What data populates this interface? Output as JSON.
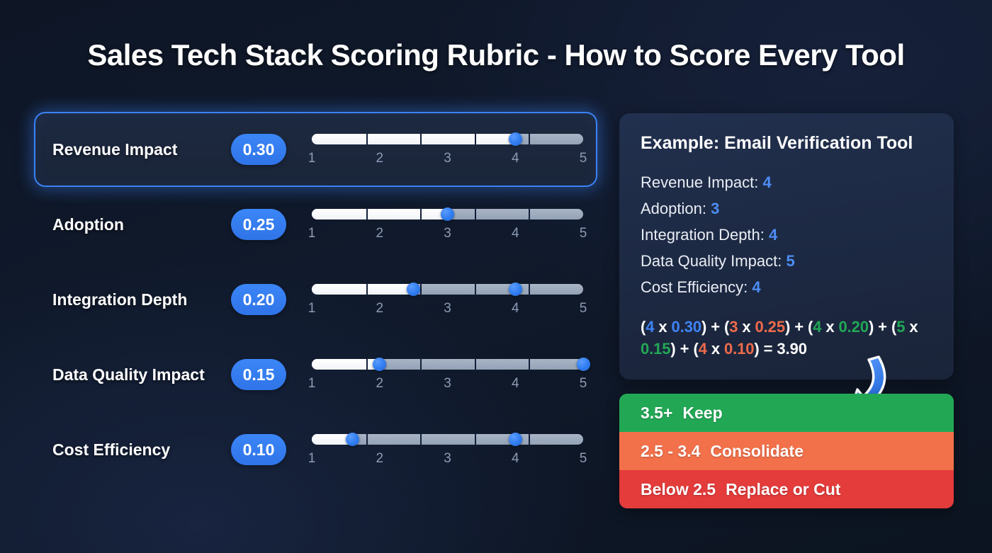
{
  "title": "Sales Tech Stack Scoring Rubric - How to Score Every Tool",
  "colors": {
    "accent_blue": "#3b82f6",
    "badge_blue": "#3b86f7",
    "keep_green": "#22a855",
    "consolidate_orange": "#f2714a",
    "replace_red": "#e43b3b",
    "background": "#0e1626",
    "card": "#21304e"
  },
  "criteria": [
    {
      "label": "Revenue Impact",
      "weight": "0.30",
      "highlighted": true,
      "scale_min": 1,
      "scale_max": 5,
      "thumbs": [
        4
      ],
      "fill_to": 4,
      "ticks": [
        "1",
        "2",
        "3",
        "4",
        "5"
      ]
    },
    {
      "label": "Adoption",
      "weight": "0.25",
      "highlighted": false,
      "scale_min": 1,
      "scale_max": 5,
      "thumbs": [
        3
      ],
      "fill_to": 3,
      "ticks": [
        "1",
        "2",
        "3",
        "4",
        "5"
      ]
    },
    {
      "label": "Integration Depth",
      "weight": "0.20",
      "highlighted": false,
      "scale_min": 1,
      "scale_max": 5,
      "thumbs": [
        2.5,
        4
      ],
      "fill_to": 2.5,
      "ticks": [
        "1",
        "2",
        "3",
        "4",
        "5"
      ]
    },
    {
      "label": "Data Quality Impact",
      "weight": "0.15",
      "highlighted": false,
      "scale_min": 1,
      "scale_max": 5,
      "thumbs": [
        2,
        5
      ],
      "fill_to": 2,
      "ticks": [
        "1",
        "2",
        "3",
        "4",
        "5"
      ]
    },
    {
      "label": "Cost Efficiency",
      "weight": "0.10",
      "highlighted": false,
      "scale_min": 1,
      "scale_max": 5,
      "thumbs": [
        1.6,
        4
      ],
      "fill_to": 1.6,
      "ticks": [
        "1",
        "2",
        "3",
        "4",
        "5"
      ]
    }
  ],
  "example": {
    "title": "Example: Email Verification Tool",
    "scores": [
      {
        "label": "Revenue Impact:",
        "value": "4"
      },
      {
        "label": "Adoption:",
        "value": "3"
      },
      {
        "label": "Integration Depth:",
        "value": "4"
      },
      {
        "label": "Data Quality Impact:",
        "value": "5"
      },
      {
        "label": "Cost Efficiency:",
        "value": "4"
      }
    ],
    "formula": {
      "terms": [
        {
          "score": "4",
          "weight": "0.30",
          "color": "blue"
        },
        {
          "score": "3",
          "weight": "0.25",
          "color": "orange"
        },
        {
          "score": "4",
          "weight": "0.20",
          "color": "green"
        },
        {
          "score": "5",
          "weight": "0.15",
          "color": "green"
        },
        {
          "score": "4",
          "weight": "0.10",
          "color": "orange"
        }
      ],
      "equals": "=",
      "total": "3.90",
      "multiply_symbol": "x",
      "plus_symbol": "+"
    }
  },
  "verdict_bands": [
    {
      "range": "3.5+",
      "action": "Keep",
      "color": "#22a855"
    },
    {
      "range": "2.5 - 3.4",
      "action": "Consolidate",
      "color": "#f2714a"
    },
    {
      "range": "Below 2.5",
      "action": "Replace or Cut",
      "color": "#e43b3b"
    }
  ],
  "arrow": {
    "name": "curved-down-arrow",
    "color": "#2f7cf0",
    "points_to": "3.5+ Keep"
  }
}
